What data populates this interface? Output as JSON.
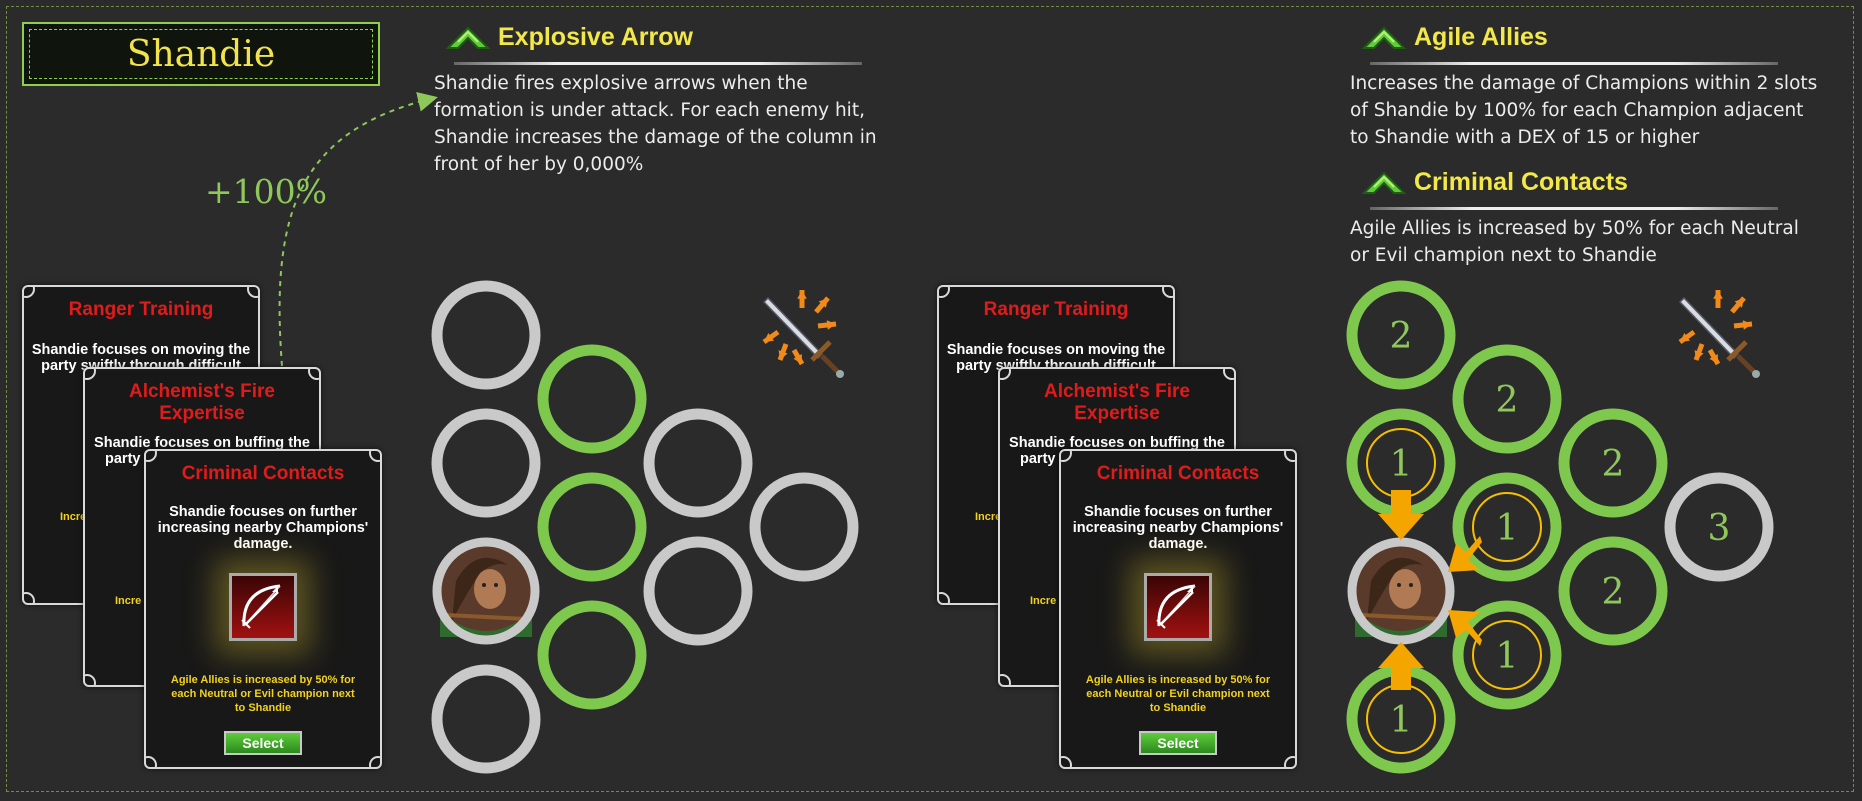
{
  "hero": {
    "name": "Shandie",
    "bonus": "+100%"
  },
  "left_panel": {
    "heading": "Explosive Arrow",
    "description": [
      "Shandie fires explosive arrows when the",
      "formation is under attack. For each enemy hit,",
      "Shandie increases the damage of the column in",
      "front of her by 0,000%"
    ]
  },
  "right_panel": {
    "heading1": "Agile Allies",
    "description1": [
      "Increases the damage of Champions within 2 slots",
      "of Shandie by 100% for each Champion adjacent",
      "to Shandie with a DEX of 15 or higher"
    ],
    "heading2": "Criminal Contacts",
    "description2": [
      "Agile Allies is increased by 50% for each Neutral",
      "or Evil champion next to Shandie"
    ]
  },
  "cards": {
    "back": {
      "title": "Ranger Training",
      "body": [
        "Shandie focuses on moving the",
        "party swiftly through difficult"
      ],
      "yellow_fragment": "Incre"
    },
    "middle": {
      "title": [
        "Alchemist's Fire",
        "Expertise"
      ],
      "body": [
        "Shandie focuses on buffing the",
        "party"
      ],
      "yellow_fragment": "Incre",
      "yellow_fragment2": "Incre"
    },
    "front": {
      "title": "Criminal Contacts",
      "body": [
        "Shandie focuses on further",
        "increasing nearby Champions'",
        "damage."
      ],
      "icon": "bow-arrow-icon",
      "effect": [
        "Agile Allies is increased by 50% for",
        "each Neutral or Evil champion next",
        "to Shandie"
      ],
      "select_label": "Select"
    }
  },
  "formation_left": {
    "slots": [
      {
        "state": "empty"
      },
      {
        "state": "empty"
      },
      {
        "state": "champion"
      },
      {
        "state": "empty"
      },
      {
        "state": "affected"
      },
      {
        "state": "affected"
      },
      {
        "state": "affected"
      },
      {
        "state": "empty"
      },
      {
        "state": "empty"
      },
      {
        "state": "empty"
      }
    ]
  },
  "formation_right": {
    "slots": [
      {
        "state": "affected",
        "label": "2"
      },
      {
        "state": "affected",
        "label": "1",
        "ring": true
      },
      {
        "state": "champion",
        "label": ""
      },
      {
        "state": "affected",
        "label": "1",
        "ring": true
      },
      {
        "state": "affected",
        "label": "2"
      },
      {
        "state": "affected",
        "label": "1",
        "ring": true
      },
      {
        "state": "affected",
        "label": "1",
        "ring": true
      },
      {
        "state": "affected",
        "label": "2"
      },
      {
        "state": "affected",
        "label": "2"
      },
      {
        "state": "empty",
        "label": "3"
      }
    ]
  },
  "colors": {
    "background": "#2b2b2b",
    "title_yellow": "#f2e84a",
    "card_title_red": "#e01b1b",
    "affected_green": "#7fc84e",
    "empty_gray": "#c9c9c9",
    "arrow_orange": "#f5a500",
    "label_green": "#8fc85a"
  },
  "icons": {
    "heading": "green-chevron-up-icon",
    "ability": "sword-burst-icon",
    "portrait": "shandie-portrait"
  }
}
